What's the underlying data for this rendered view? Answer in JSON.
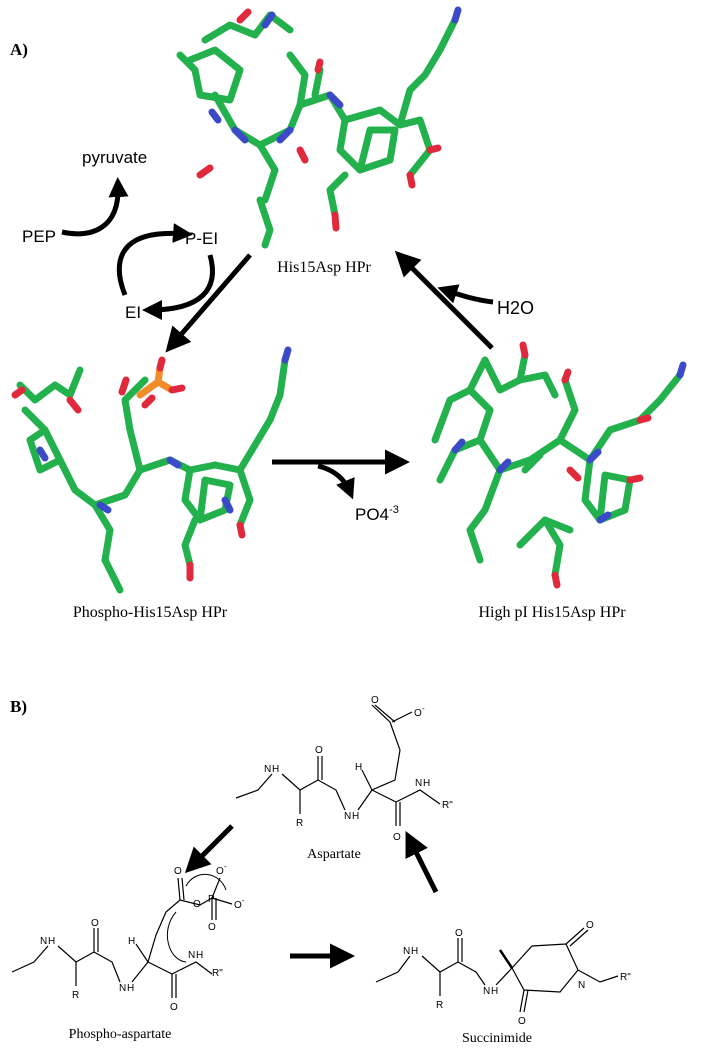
{
  "panel_a": {
    "label": "A)",
    "structures": {
      "top": "His15Asp HPr",
      "left": "Phospho-His15Asp HPr",
      "right": "High pI His15Asp HPr"
    },
    "cycle": {
      "pep": "PEP",
      "pyruvate": "pyruvate",
      "p_ei": "P-EI",
      "ei": "EI"
    },
    "water": "H2O",
    "phosphate": "PO4",
    "phosphate_charge": "-3"
  },
  "panel_b": {
    "label": "B)",
    "aspartate": "Aspartate",
    "phospho_aspartate": "Phospho-aspartate",
    "succinimide": "Succinimide",
    "atoms": {
      "O": "O",
      "O_minus": "O",
      "minus": "-",
      "N": "N",
      "NH": "H",
      "H": "H",
      "P": "P",
      "R": "R",
      "R2": "R\"",
      "N_R2": "N"
    }
  },
  "colors": {
    "carbon": "#22b14c",
    "nitrogen": "#3b4bc8",
    "oxygen": "#e0293c",
    "phosphorus": "#f28c28",
    "arrow": "#000000"
  }
}
